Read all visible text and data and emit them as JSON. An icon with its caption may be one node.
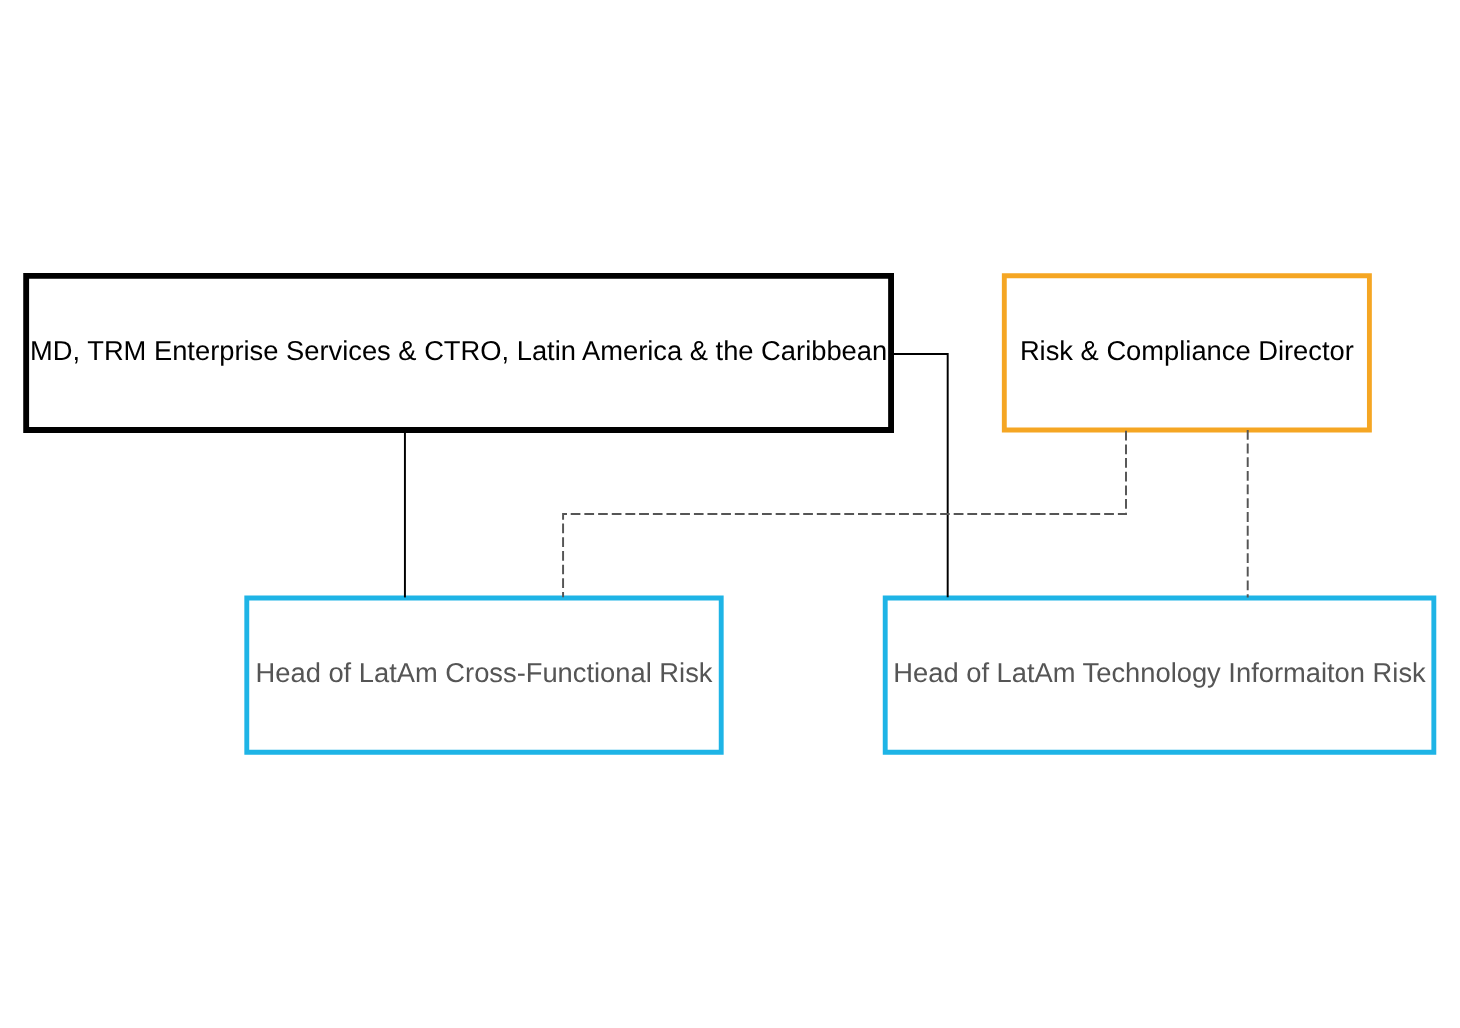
{
  "diagram": {
    "nodes": [
      {
        "text": [
          "MD, TRM Enterprise Services & CTRO, Latin America & the Caribbean"
        ]
      },
      {
        "text": [
          "Risk & Compliance Director"
        ]
      },
      {
        "text": [
          "Head of LatAm Cross-Functional Risk"
        ]
      },
      {
        "text": [
          "Head of LatAm Technology Informaiton Risk"
        ]
      }
    ],
    "edges": [
      {
        "from": 0,
        "to": 2,
        "arrow": "none"
      },
      {
        "from": 0,
        "to": 3,
        "arrow": "none"
      },
      {
        "from": 1,
        "to": 2,
        "arrow": "none",
        "style": "dashed"
      },
      {
        "from": 1,
        "to": 3,
        "arrow": "none",
        "style": "dashed"
      }
    ]
  }
}
